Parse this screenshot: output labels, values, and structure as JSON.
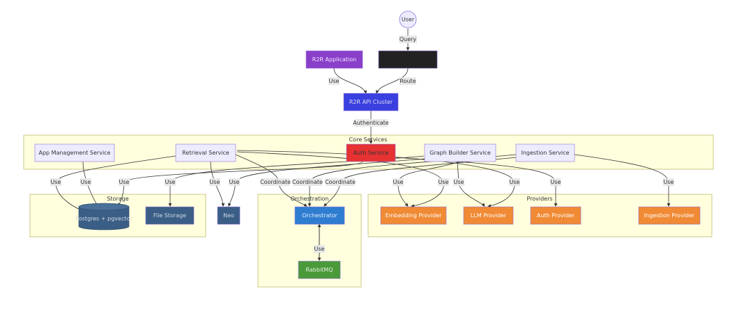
{
  "colors": {
    "default_fill": "#ececff",
    "default_stroke": "#9370db",
    "application": "#8a3fc9",
    "load_balancer": "#222222",
    "api_cluster": "#3a3fe0",
    "auth": "#e63232",
    "provider": "#f08a34",
    "storage": "#3b5e86",
    "orchestrator": "#2f7dd1",
    "queue": "#4a9a3a",
    "cluster_fill": "#ffffde"
  },
  "clusters": {
    "core": "Core Services",
    "storage": "Storage",
    "orchestration": "Orchestration",
    "providers": "Providers"
  },
  "nodes": {
    "user": "User",
    "r2r_app": "R2R Application",
    "load_balancer": "",
    "api_cluster": "R2R API Cluster",
    "app_mgmt": "App Management Service",
    "retrieval": "Retrieval Service",
    "auth_service": "Auth Service",
    "graph_builder": "Graph Builder Service",
    "ingestion_service": "Ingestion Service",
    "postgres": "Postgres + pgvector",
    "file_storage": "File Storage",
    "neo": "Neo",
    "orchestrator": "Orchestrator",
    "rabbitmq": "RabbitMQ",
    "embedding": "Embedding Provider",
    "llm": "LLM Provider",
    "auth_provider": "Auth Provider",
    "ingestion_provider": "Ingestion Provider"
  },
  "edge_labels": {
    "query": "Query",
    "use_app": "Use",
    "route": "Route",
    "authenticate": "Authenticate",
    "use_1": "Use",
    "use_2": "Use",
    "use_3": "Use",
    "use_4": "Use",
    "use_5": "Use",
    "use_6": "Use",
    "coordinate_1": "Coordinate",
    "coordinate_2": "Coordinate",
    "coordinate_3": "Coordinate",
    "use_7": "Use",
    "use_8": "Use",
    "use_9": "Use",
    "use_10": "Use",
    "use_11": "Use",
    "use_12": "Use",
    "use_queue": "Use"
  }
}
